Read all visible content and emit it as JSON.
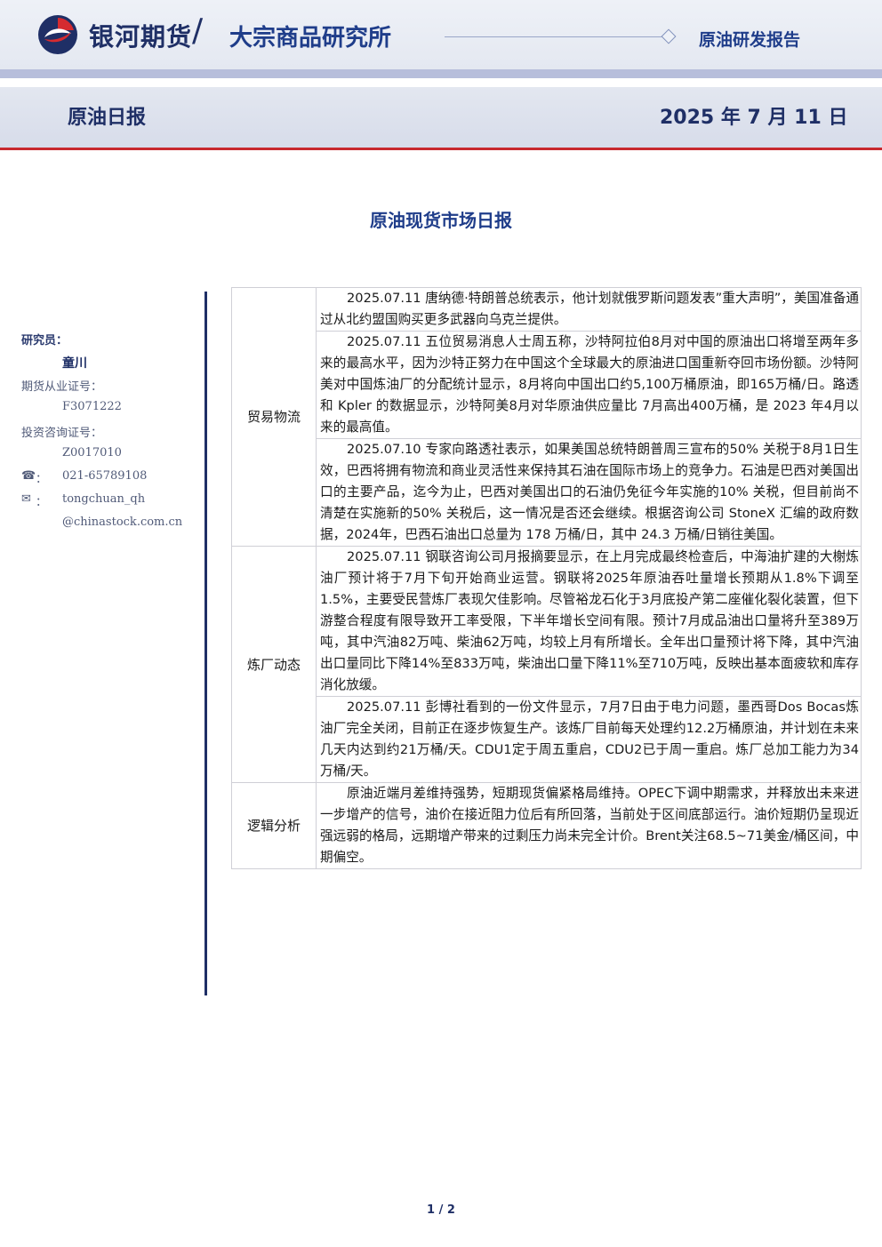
{
  "header": {
    "brand": "银河期货",
    "slash": "/",
    "institute": "大宗商品研究所",
    "report_type": "原油研发报告"
  },
  "titlebar": {
    "title": "原油日报",
    "date": "2025 年 7 月 11 日"
  },
  "main_title": "原油现货市场日报",
  "sidebar": {
    "researcher_label": "研究员：",
    "researcher_name": "童川",
    "futures_cert_label": "期货从业证号：",
    "futures_cert": "F3071222",
    "advisory_cert_label": "投资咨询证号：",
    "advisory_cert": "Z0017010",
    "phone_icon": "☎",
    "phone_sep": "：",
    "phone": "021-65789108",
    "email_icon": "✉",
    "email_sep": "：",
    "email_line1": "tongchuan_qh",
    "email_line2": "@chinastock.com.cn"
  },
  "table": {
    "sections": [
      {
        "category": "贸易物流",
        "paragraphs": [
          "2025.07.11 唐纳德·特朗普总统表示，他计划就俄罗斯问题发表”重大声明”，美国准备通过从北约盟国购买更多武器向乌克兰提供。",
          "2025.07.11 五位贸易消息人士周五称，沙特阿拉伯8月对中国的原油出口将增至两年多来的最高水平，因为沙特正努力在中国这个全球最大的原油进口国重新夺回市场份额。沙特阿美对中国炼油厂的分配统计显示，8月将向中国出口约5,100万桶原油，即165万桶/日。路透和 Kpler 的数据显示，沙特阿美8月对华原油供应量比 7月高出400万桶，是 2023 年4月以来的最高值。",
          "2025.07.10 专家向路透社表示，如果美国总统特朗普周三宣布的50% 关税于8月1日生效，巴西将拥有物流和商业灵活性来保持其石油在国际市场上的竞争力。石油是巴西对美国出口的主要产品，迄今为止，巴西对美国出口的石油仍免征今年实施的10% 关税，但目前尚不清楚在实施新的50% 关税后，这一情况是否还会继续。根据咨询公司 StoneX 汇编的政府数据，2024年，巴西石油出口总量为 178 万桶/日，其中 24.3 万桶/日销往美国。"
        ]
      },
      {
        "category": "炼厂动态",
        "paragraphs": [
          "2025.07.11 钢联咨询公司月报摘要显示，在上月完成最终检查后，中海油扩建的大榭炼油厂预计将于7月下旬开始商业运营。钢联将2025年原油吞吐量增长预期从1.8%下调至1.5%，主要受民营炼厂表现欠佳影响。尽管裕龙石化于3月底投产第二座催化裂化装置，但下游整合程度有限导致开工率受限，下半年增长空间有限。预计7月成品油出口量将升至389万吨，其中汽油82万吨、柴油62万吨，均较上月有所增长。全年出口量预计将下降，其中汽油出口量同比下降14%至833万吨，柴油出口量下降11%至710万吨，反映出基本面疲软和库存消化放缓。",
          "2025.07.11 彭博社看到的一份文件显示，7月7日由于电力问题，墨西哥Dos Bocas炼油厂完全关闭，目前正在逐步恢复生产。该炼厂目前每天处理约12.2万桶原油，并计划在未来几天内达到约21万桶/天。CDU1定于周五重启，CDU2已于周一重启。炼厂总加工能力为34万桶/天。"
        ]
      },
      {
        "category": "逻辑分析",
        "paragraphs": [
          "原油近端月差维持强势，短期现货偏紧格局维持。OPEC下调中期需求，并释放出未来进一步增产的信号，油价在接近阻力位后有所回落，当前处于区间底部运行。油价短期仍呈现近强远弱的格局，远期增产带来的过剩压力尚未完全计价。Brent关注68.5~71美金/桶区间，中期偏空。"
        ]
      }
    ]
  },
  "footer": {
    "page": "1 / 2"
  },
  "colors": {
    "brand_navy": "#1f2f66",
    "accent_red": "#c8282e"
  }
}
